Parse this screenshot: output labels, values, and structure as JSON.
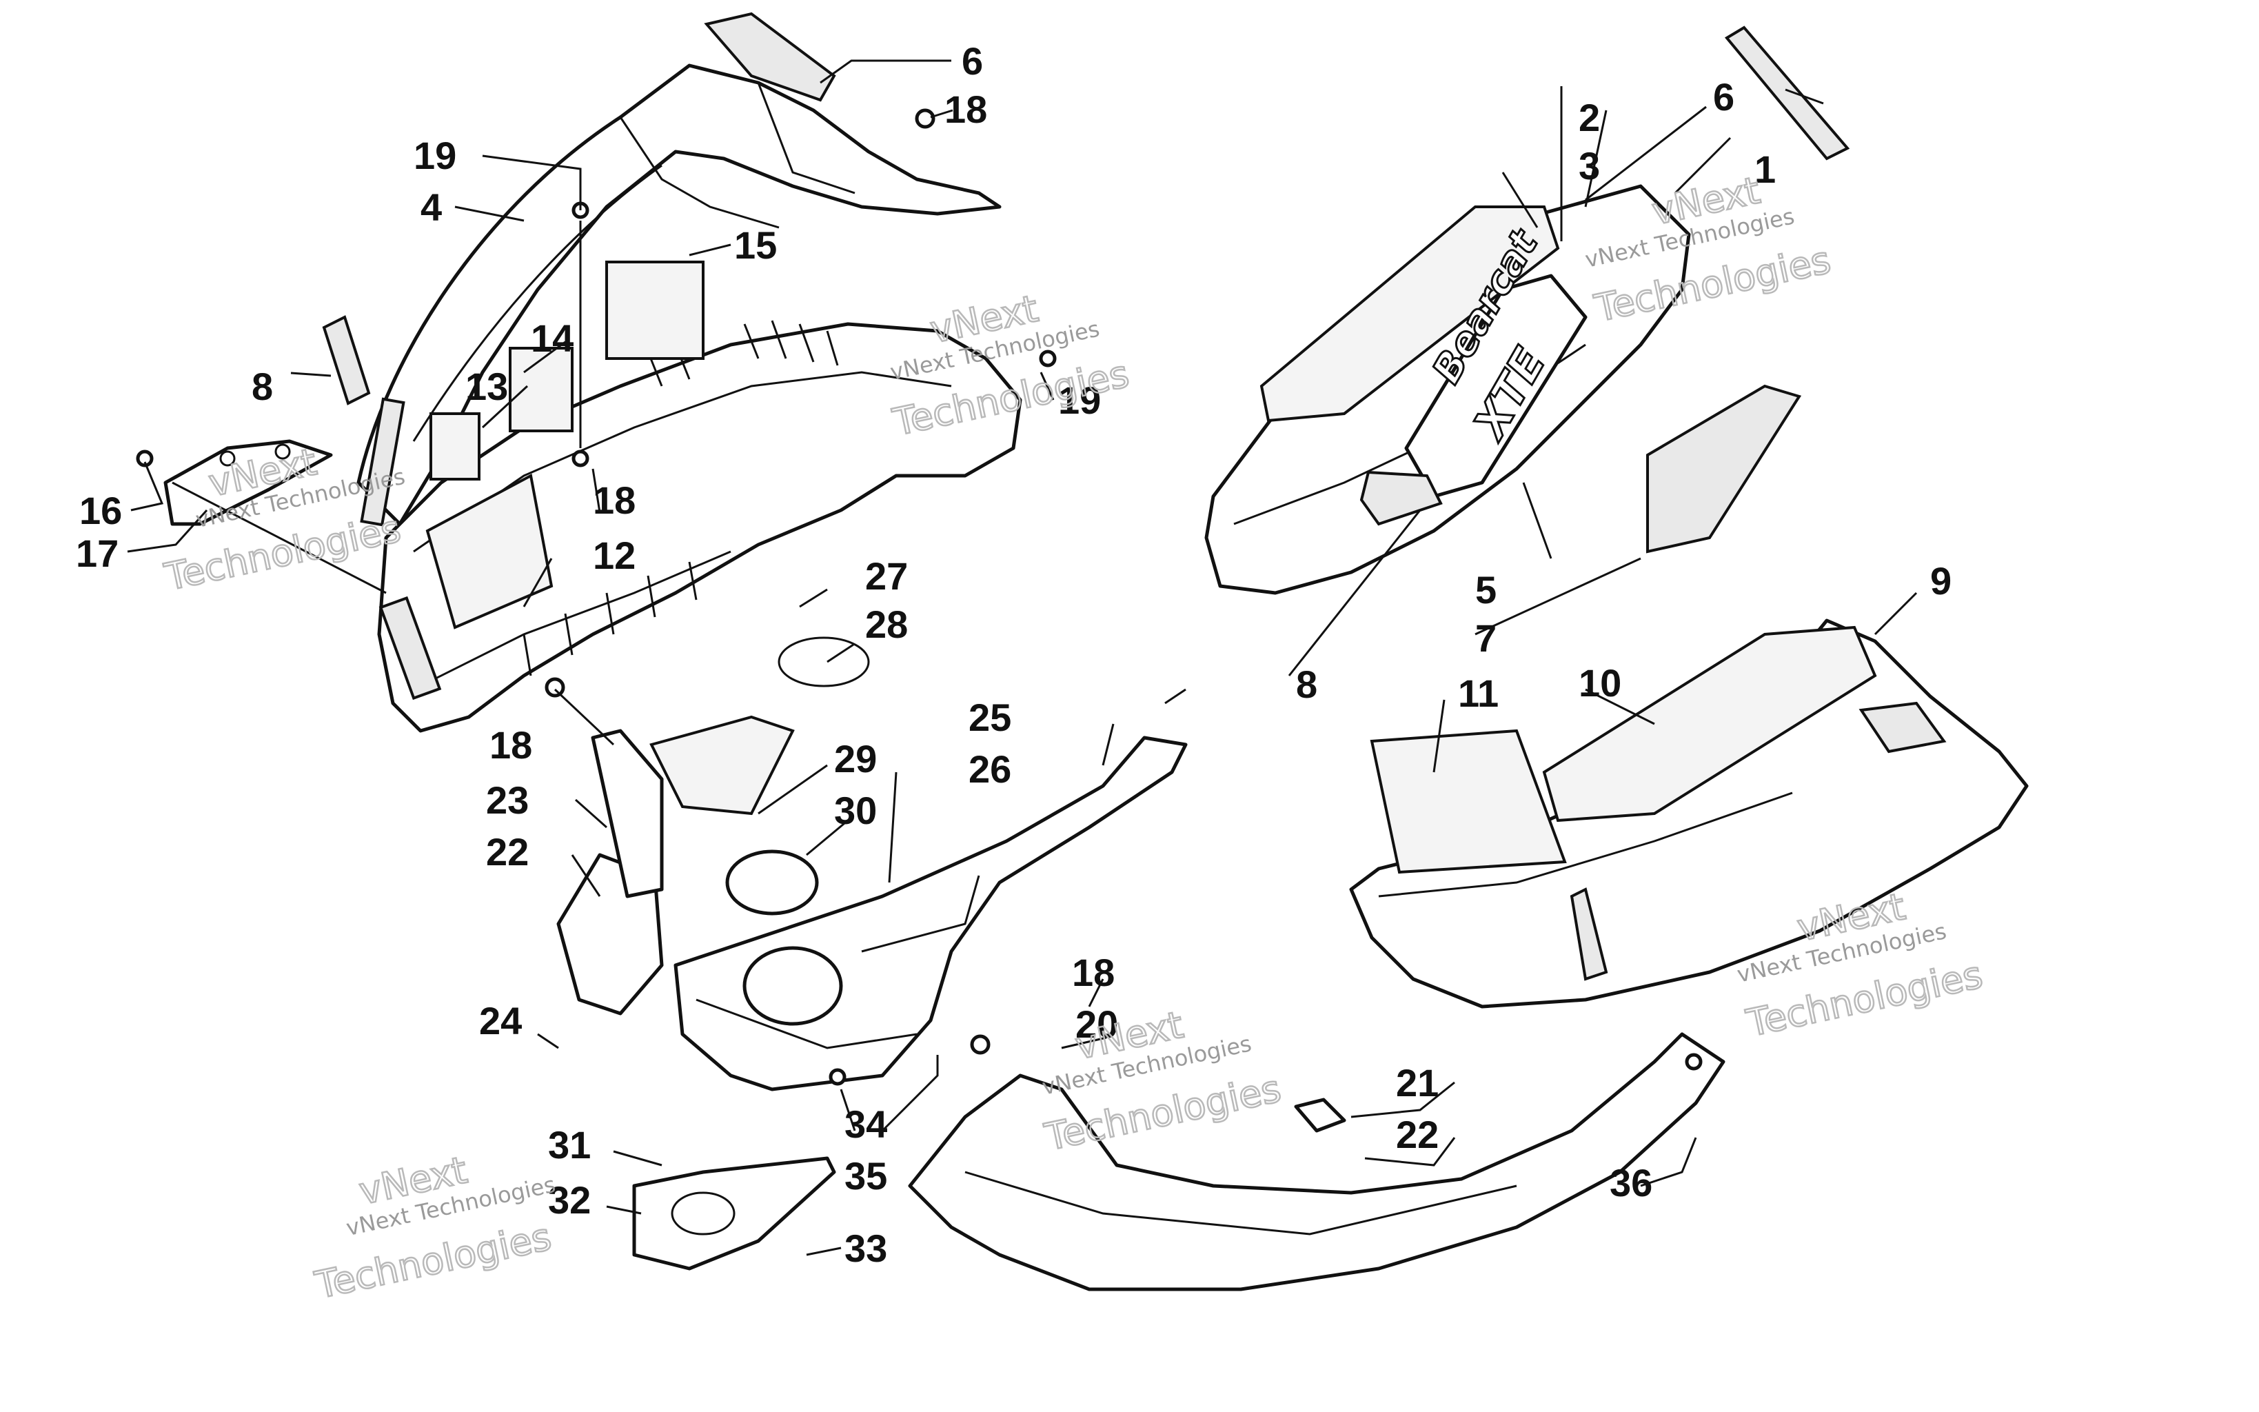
{
  "callouts": {
    "c1": "1",
    "c2": "2",
    "c3": "3",
    "c4": "4",
    "c5": "5",
    "c6a": "6",
    "c6b": "6",
    "c7": "7",
    "c8a": "8",
    "c8b": "8",
    "c9": "9",
    "c10": "10",
    "c11": "11",
    "c12": "12",
    "c13": "13",
    "c14": "14",
    "c15": "15",
    "c16": "16",
    "c17": "17",
    "c18a": "18",
    "c18b": "18",
    "c18c": "18",
    "c18d": "18",
    "c19a": "19",
    "c19b": "19",
    "c20": "20",
    "c21": "21",
    "c22a": "22",
    "c22b": "22",
    "c23": "23",
    "c24": "24",
    "c25": "25",
    "c26": "26",
    "c27": "27",
    "c28": "28",
    "c29": "29",
    "c30": "30",
    "c31": "31",
    "c32": "32",
    "c33": "33",
    "c34": "34",
    "c35": "35",
    "c36": "36"
  },
  "watermark": {
    "line1": "vNext Technologies",
    "line2": "Technologies",
    "brand_top": "vNext"
  },
  "decal": {
    "model": "Bearcat",
    "trim": "XTE"
  },
  "colors": {
    "ink": "#111111",
    "watermark": "#b9b9b9",
    "paper": "#ffffff"
  }
}
